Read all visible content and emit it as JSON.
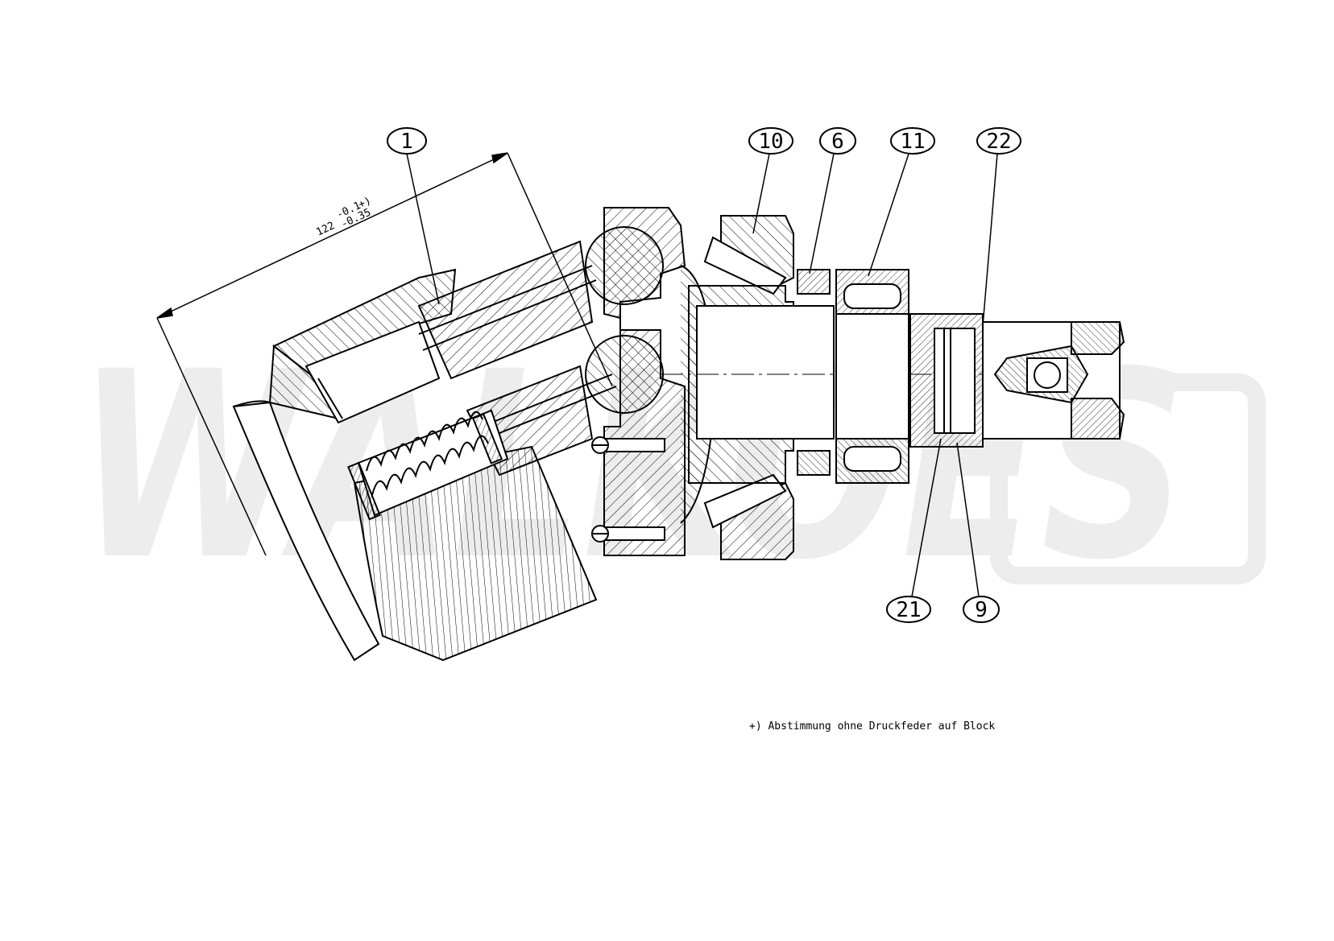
{
  "watermark": {
    "text": "WALKOES"
  },
  "dimension": {
    "value": "122",
    "tol_upper": "-0.1",
    "tol_lower": "-0.35",
    "marker": "+)"
  },
  "balloons": [
    "1",
    "10",
    "6",
    "11",
    "22",
    "21",
    "9"
  ],
  "note": "+) Abstimmung ohne Druckfeder auf Block",
  "colors": {
    "line": "#000000",
    "watermark": "#ebebeb"
  }
}
